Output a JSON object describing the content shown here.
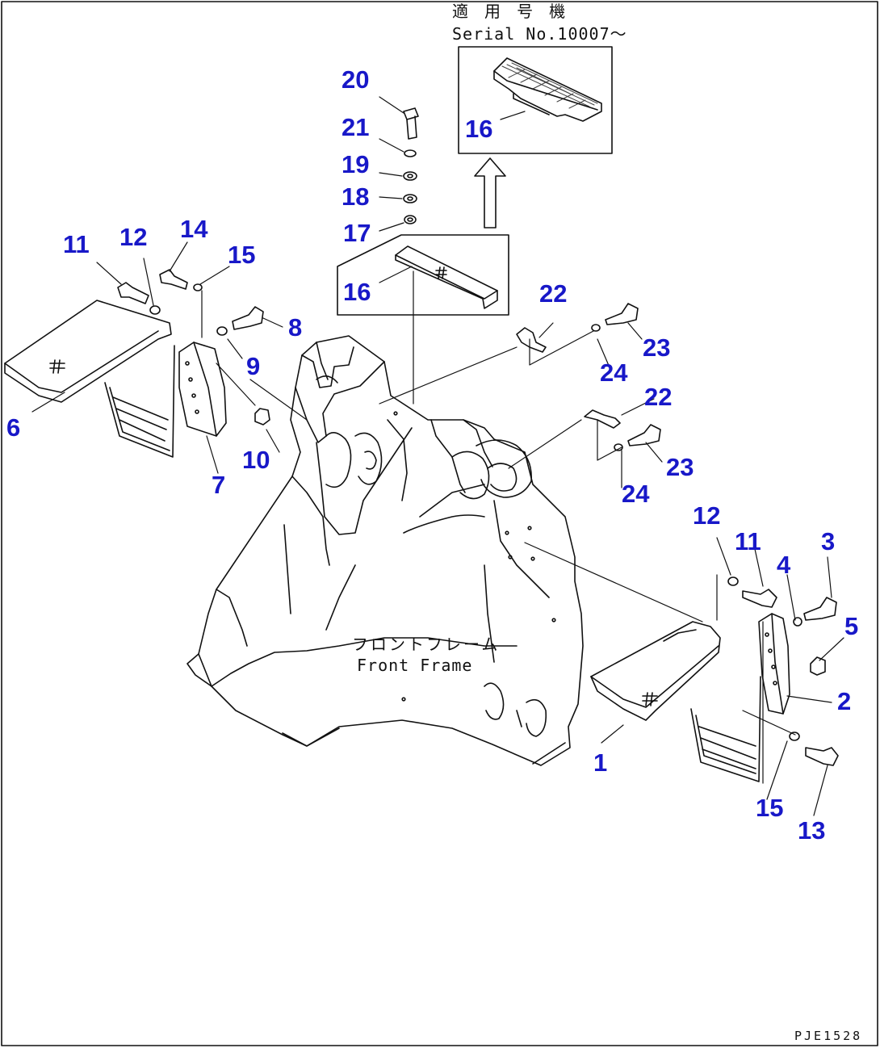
{
  "serial_note": {
    "line1": "適 用 号 機",
    "line2": "Serial No.10007～"
  },
  "frame_label": {
    "jp": "フロントフレーム",
    "en": "Front Frame"
  },
  "drawing_code": "PJE1528",
  "callouts": {
    "c20": "20",
    "c21": "21",
    "c19": "19",
    "c18": "18",
    "c17": "17",
    "c16_inset": "16",
    "c16": "16",
    "c11_left": "11",
    "c12_left": "12",
    "c14": "14",
    "c15_left": "15",
    "c8": "8",
    "c9": "9",
    "c6": "6",
    "c10": "10",
    "c7": "7",
    "c22_top": "22",
    "c23_top": "23",
    "c24_top": "24",
    "c22_mid": "22",
    "c23_mid": "23",
    "c24_mid": "24",
    "c12_right": "12",
    "c11_right": "11",
    "c4": "4",
    "c3": "3",
    "c5": "5",
    "c2": "2",
    "c1": "1",
    "c15_right": "15",
    "c13": "13"
  }
}
